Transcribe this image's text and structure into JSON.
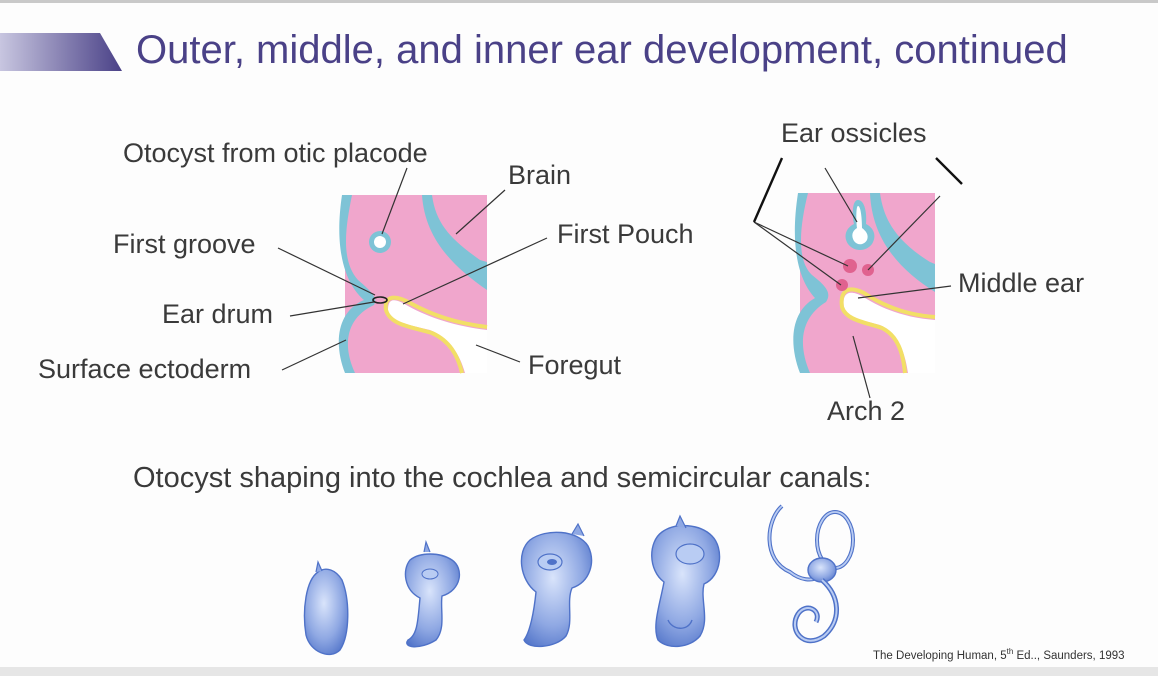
{
  "title": "Outer, middle, and inner ear development, continued",
  "left_diagram": {
    "otocyst": "Otocyst from otic placode",
    "brain": "Brain",
    "first_groove": "First groove",
    "first_pouch": "First Pouch",
    "ear_drum": "Ear drum",
    "surface_ectoderm": "Surface ectoderm",
    "foregut": "Foregut"
  },
  "right_diagram": {
    "ear_ossicles": "Ear ossicles",
    "middle_ear": "Middle ear",
    "arch_2": "Arch 2"
  },
  "subtitle": "Otocyst shaping into the cochlea and semicircular canals:",
  "citation": {
    "prefix": "The Developing Human, 5",
    "sup": "th",
    "suffix": " Ed.., Saunders, 1993"
  },
  "colors": {
    "title": "#4a4187",
    "mesoderm_pink": "#f0a6cc",
    "ectoderm_blue": "#7ec3d6",
    "endoderm_yellow": "#f2df66",
    "otocyst_blue": "#7e9fd8"
  }
}
